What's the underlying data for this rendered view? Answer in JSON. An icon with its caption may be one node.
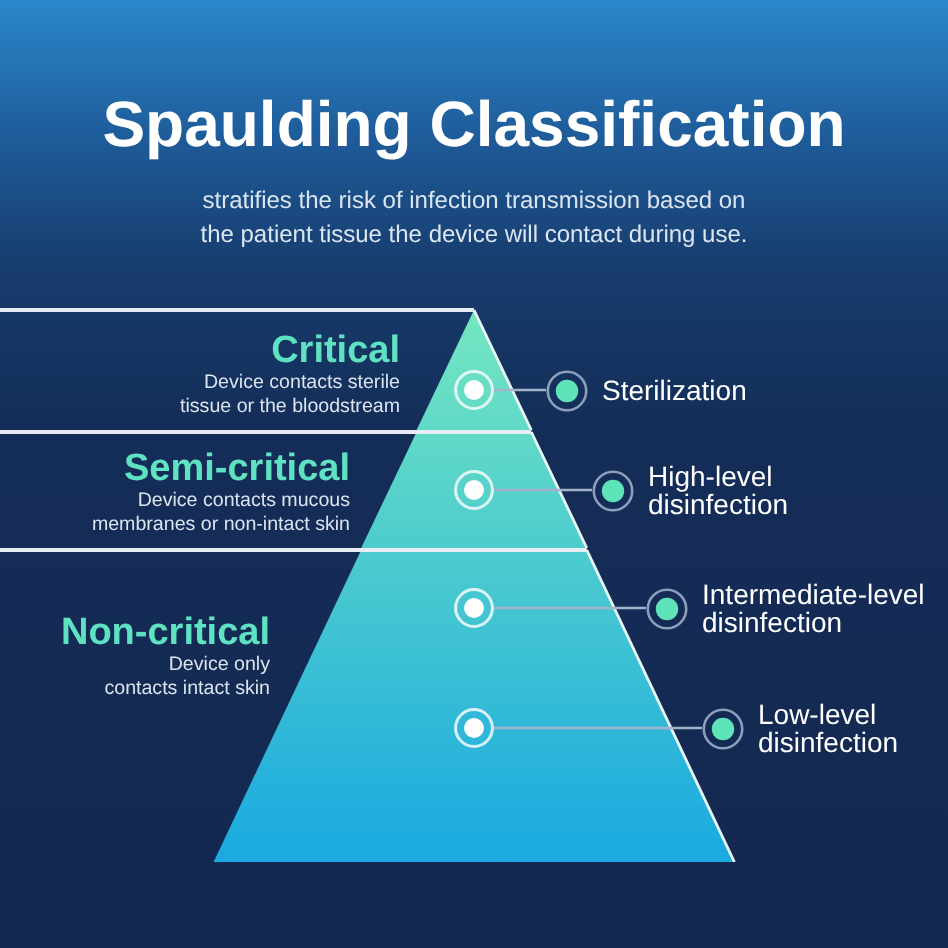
{
  "diagram": {
    "title": "Spaulding Classification",
    "nodes": [
      {
        "text": [
          "Critical",
          "Device contacts sterile tissue or the bloodstream"
        ]
      },
      {
        "text": [
          "Semi-critical",
          "Device contacts mucous membranes or non-intact skin"
        ]
      },
      {
        "text": [
          "Non-critical",
          "Device only contacts intact skin"
        ]
      },
      {
        "text": [],
        "shape": "circle",
        "in": 0
      },
      {
        "text": [],
        "shape": "circle",
        "in": 1
      },
      {
        "text": [],
        "shape": "circle",
        "in": 2
      },
      {
        "text": [],
        "shape": "circle",
        "in": 2
      },
      {
        "text": [
          "Sterilization"
        ]
      },
      {
        "text": [
          "High-level disinfection"
        ]
      },
      {
        "text": [
          "Intermediate-level disinfection"
        ]
      },
      {
        "text": [
          "Low-level disinfection"
        ]
      }
    ],
    "edges": [
      {
        "from": 3,
        "to": 7,
        "arrow": "none"
      },
      {
        "from": 4,
        "to": 8,
        "arrow": "none"
      },
      {
        "from": 5,
        "to": 9,
        "arrow": "none"
      },
      {
        "from": 6,
        "to": 10,
        "arrow": "none"
      }
    ],
    "labels": [
      "stratifies the risk of infection transmission based on the patient tissue the device will contact during use."
    ]
  }
}
